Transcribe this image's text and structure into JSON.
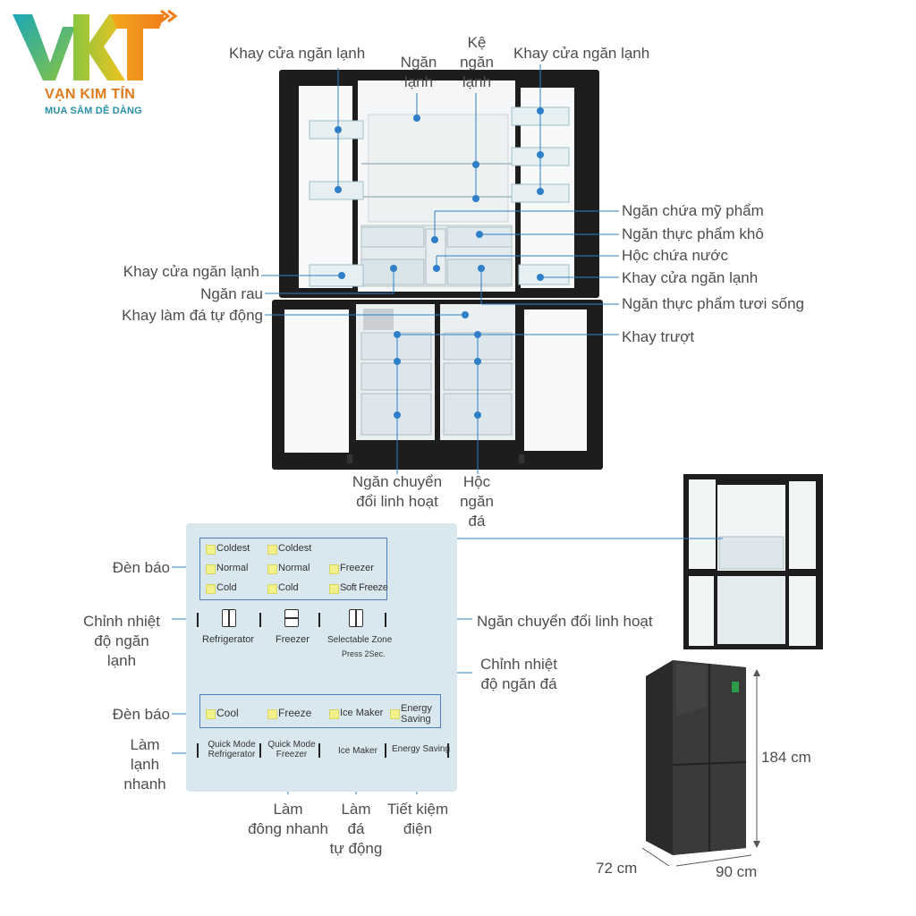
{
  "brand": {
    "name": "VẠN KIM TÍN",
    "tagline": "MUA SẮM DỄ DÀNG",
    "colors": {
      "orange": "#f39c1f",
      "teal": "#1aa6b7",
      "green": "#8cc63f"
    }
  },
  "fridge_labels": {
    "door_tray_top_left": "Khay cửa ngăn lạnh",
    "fridge_compartment": [
      "Ngăn",
      "lạnh"
    ],
    "fridge_shelf": [
      "Kệ",
      "ngăn",
      "lạnh"
    ],
    "door_tray_top_right": "Khay cửa ngăn lạnh",
    "cosmetics_compartment": "Ngăn chứa mỹ phẩm",
    "dry_food_compartment": "Ngăn thực phẩm khô",
    "water_box": "Hộc chứa nước",
    "door_tray_mid_left": "Khay cửa ngăn lạnh",
    "door_tray_mid_right": "Khay cửa ngăn lạnh",
    "vegetable_drawer": "Ngăn rau",
    "fresh_food_compartment": "Ngăn thực phẩm tươi sống",
    "auto_ice_tray": "Khay làm đá tự động",
    "sliding_tray": "Khay trượt",
    "convertible_compartment": [
      "Ngăn chuyển",
      "đổi linh hoạt"
    ],
    "ice_box": [
      "Hộc",
      "ngăn",
      "đá"
    ]
  },
  "panel_labels": {
    "indicator_top": "Đèn báo",
    "fridge_temp_adjust": [
      "Chỉnh nhiệt",
      "độ ngăn",
      "lạnh"
    ],
    "convertible_zone": "Ngăn chuyển đổi linh hoạt",
    "freezer_temp_adjust": [
      "Chỉnh nhiệt",
      "độ ngăn đá"
    ],
    "indicator_bottom": "Đèn báo",
    "quick_cool": [
      "Làm",
      "lạnh",
      "nhanh"
    ],
    "quick_freeze": [
      "Làm",
      "đông nhanh"
    ],
    "ice_maker": [
      "Làm",
      "đá",
      "tự động"
    ],
    "energy_saving": [
      "Tiết kiệm",
      "điện"
    ]
  },
  "panel": {
    "col1": [
      "Coldest",
      "Normal",
      "Cold"
    ],
    "col2": [
      "Coldest",
      "Normal",
      "Cold"
    ],
    "col3": [
      "Freezer",
      "Soft Freeze"
    ],
    "buttons": [
      "Refrigerator",
      "Freezer",
      "Selectable Zone"
    ],
    "press_note": "Press 2Sec.",
    "func_leds": [
      "Cool",
      "Freeze",
      "Ice Maker",
      "Energy Saving"
    ],
    "func_buttons": [
      "Quick Mode Refrigerator",
      "Quick Mode Freezer",
      "Ice Maker",
      "Energy Saving"
    ]
  },
  "dimensions": {
    "height": "184 cm",
    "depth": "72 cm",
    "width": "90 cm"
  }
}
